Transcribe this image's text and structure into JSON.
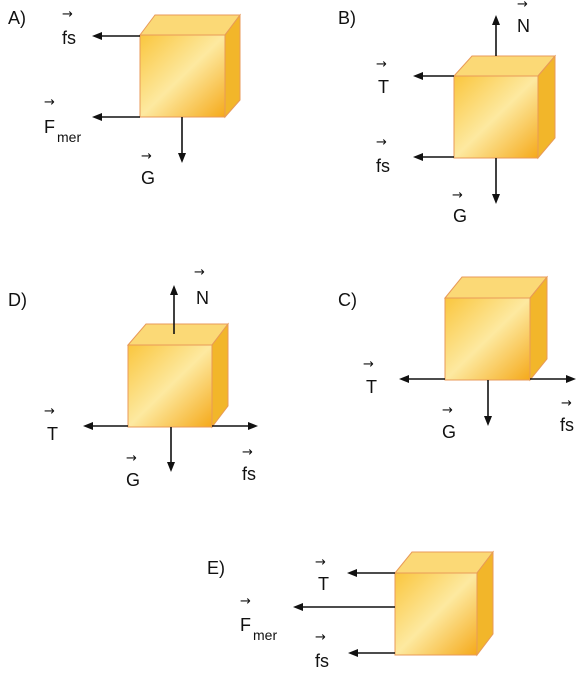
{
  "panels": {
    "A": {
      "label": "A)",
      "forces": {
        "fs": "fs",
        "fmer": "F",
        "fmer_sub": "mer",
        "G": "G"
      }
    },
    "B": {
      "label": "B)",
      "forces": {
        "N": "N",
        "T": "T",
        "fs": "fs",
        "G": "G"
      }
    },
    "D": {
      "label": "D)",
      "forces": {
        "N": "N",
        "T": "T",
        "G": "G",
        "fs": "fs"
      }
    },
    "C": {
      "label": "C)",
      "forces": {
        "T": "T",
        "G": "G",
        "fs": "fs"
      }
    },
    "E": {
      "label": "E)",
      "forces": {
        "T": "T",
        "fmer": "F",
        "fmer_sub": "mer",
        "fs": "fs"
      }
    }
  },
  "vector_symbol": "→",
  "colors": {
    "block_light": "#fde9a0",
    "block_mid": "#fac63e",
    "block_dark": "#f5a91a",
    "block_edge": "#e89a58",
    "arrow": "#111111"
  }
}
